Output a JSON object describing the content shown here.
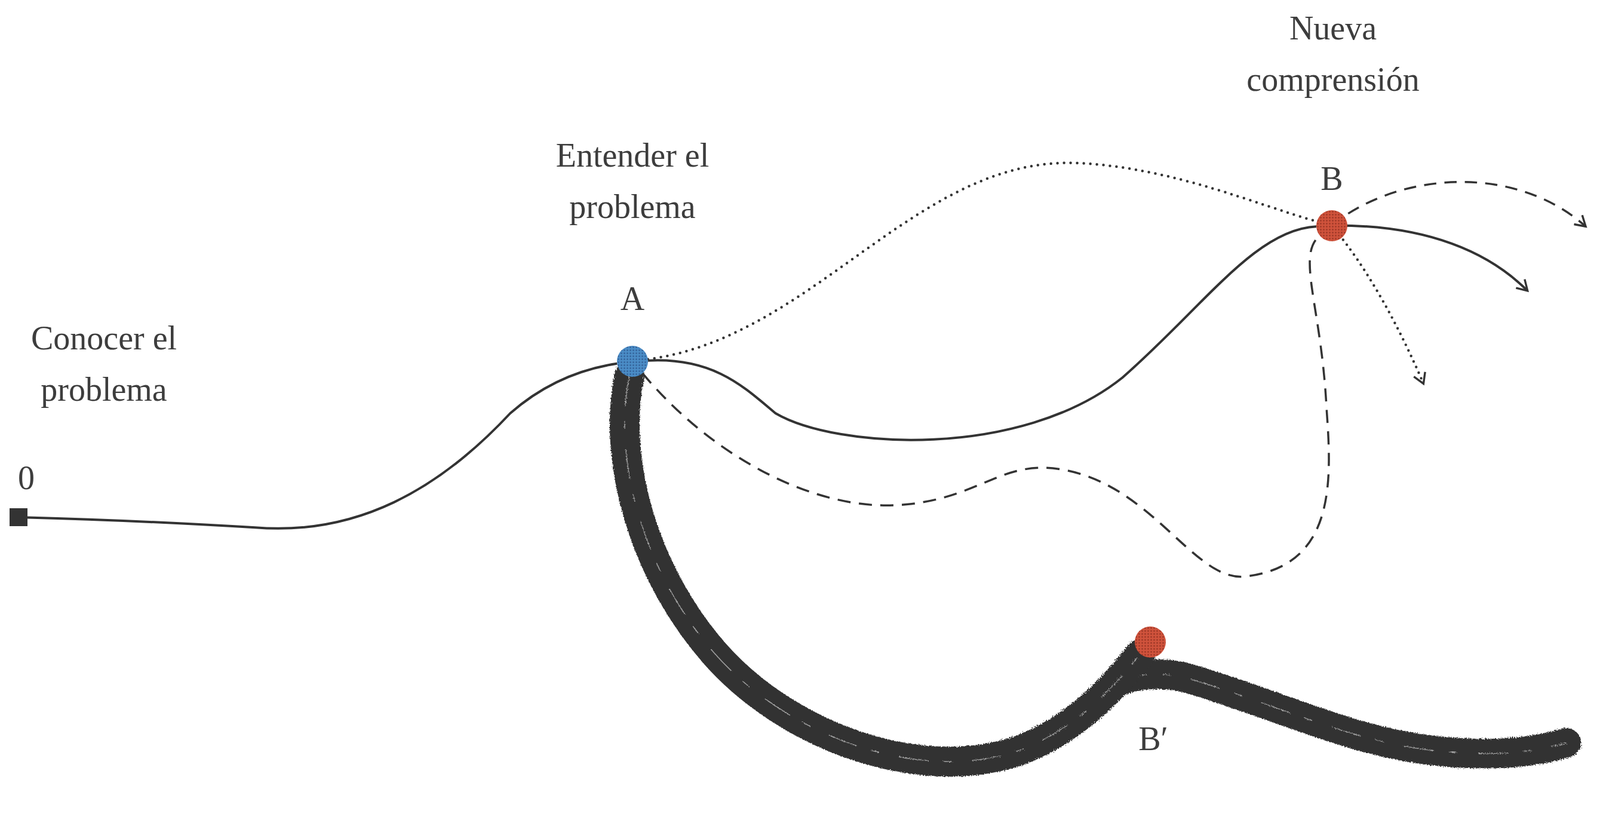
{
  "diagram": {
    "nodes": [
      {
        "text": [
          "0",
          "Conocer el problema"
        ]
      },
      {
        "text": [
          "A",
          "Entender el problema"
        ]
      },
      {
        "text": [
          "B",
          "Nueva comprensión"
        ]
      },
      {
        "text": [
          "B′"
        ]
      }
    ],
    "edges": [
      {
        "from": 0,
        "to": 1,
        "arrow": "none"
      },
      {
        "from": 1,
        "to": 2,
        "arrow": "none"
      },
      {
        "from": 1,
        "to": 2,
        "arrow": "none"
      },
      {
        "from": 1,
        "to": 2,
        "arrow": "none"
      },
      {
        "from": 1,
        "to": 3,
        "arrow": "none"
      }
    ]
  }
}
